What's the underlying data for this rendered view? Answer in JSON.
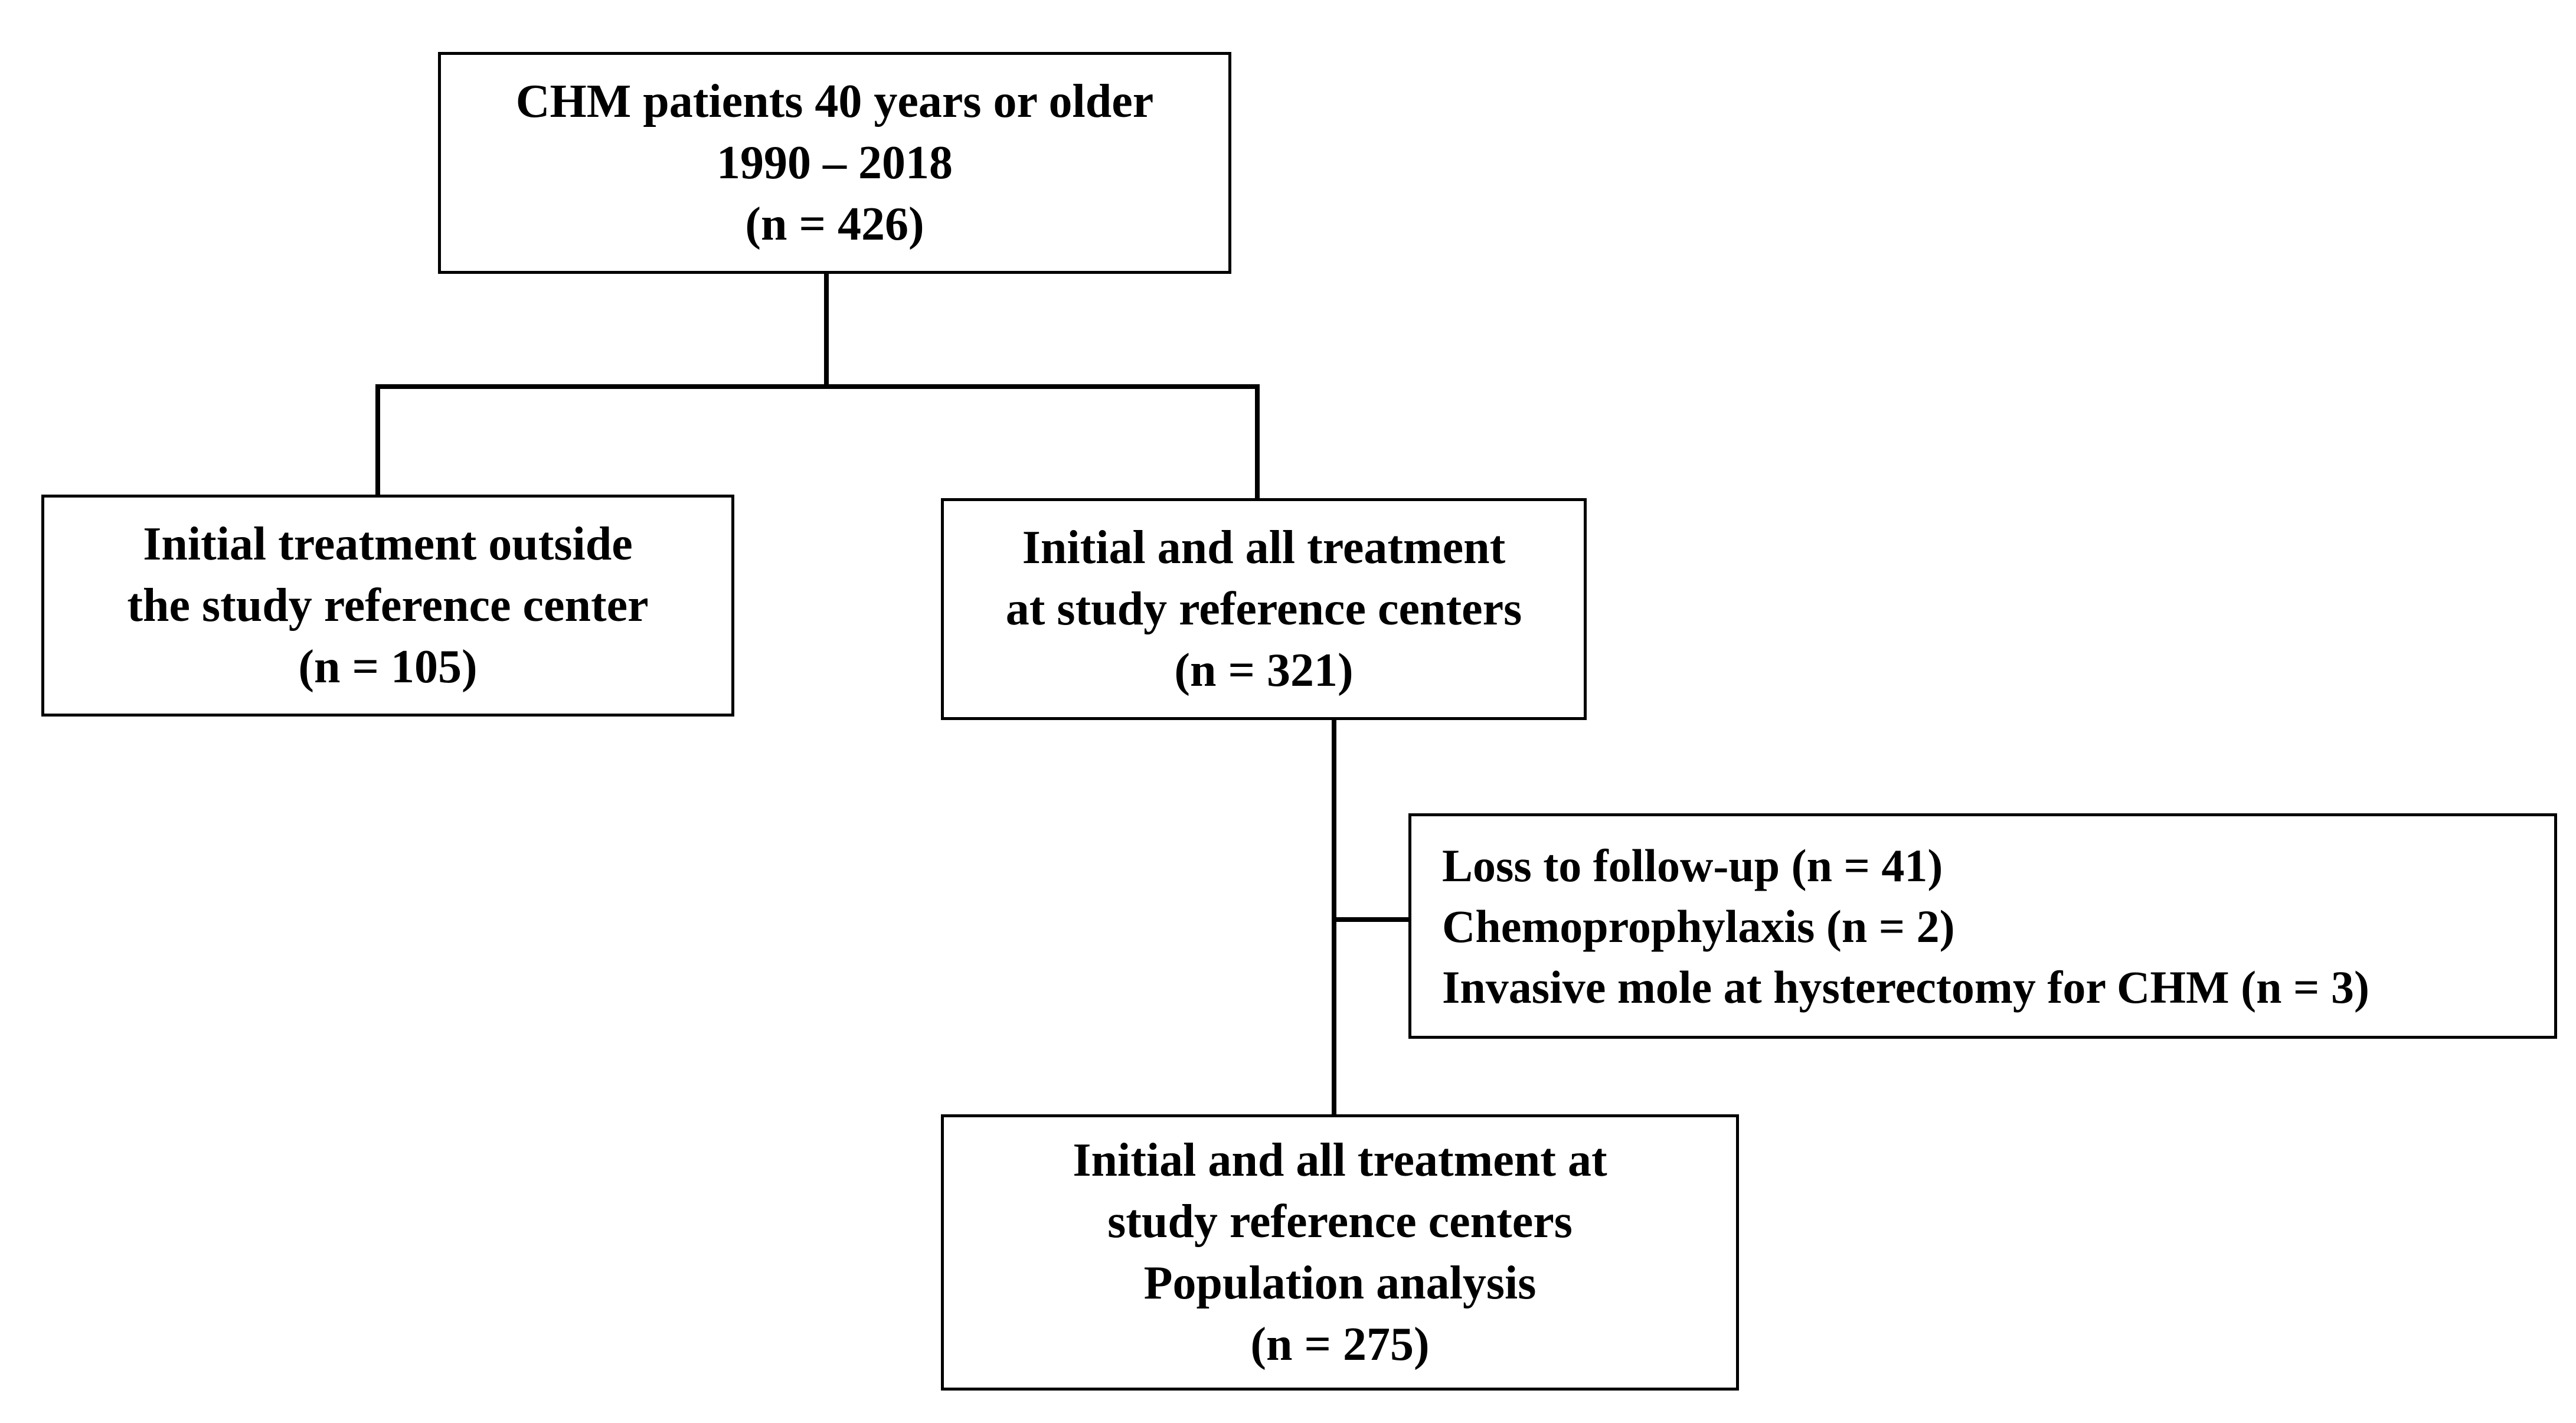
{
  "flowchart": {
    "root": {
      "lines": [
        "CHM patients 40 years or older",
        "1990 – 2018",
        "(n = 426)"
      ]
    },
    "outside_center": {
      "lines": [
        "Initial treatment outside",
        "the study reference center",
        "(n = 105)"
      ]
    },
    "reference_centers": {
      "lines": [
        "Initial and all treatment",
        "at study reference centers",
        "(n = 321)"
      ]
    },
    "exclusions": {
      "lines": [
        "Loss to follow-up (n = 41)",
        "Chemoprophylaxis (n = 2)",
        "Invasive mole at hysterectomy for CHM (n = 3)"
      ]
    },
    "population": {
      "lines": [
        "Initial and all treatment at",
        "study reference centers",
        "Population analysis",
        "(n = 275)"
      ]
    },
    "colors": {
      "stroke": "#000000",
      "background": "#ffffff"
    }
  }
}
